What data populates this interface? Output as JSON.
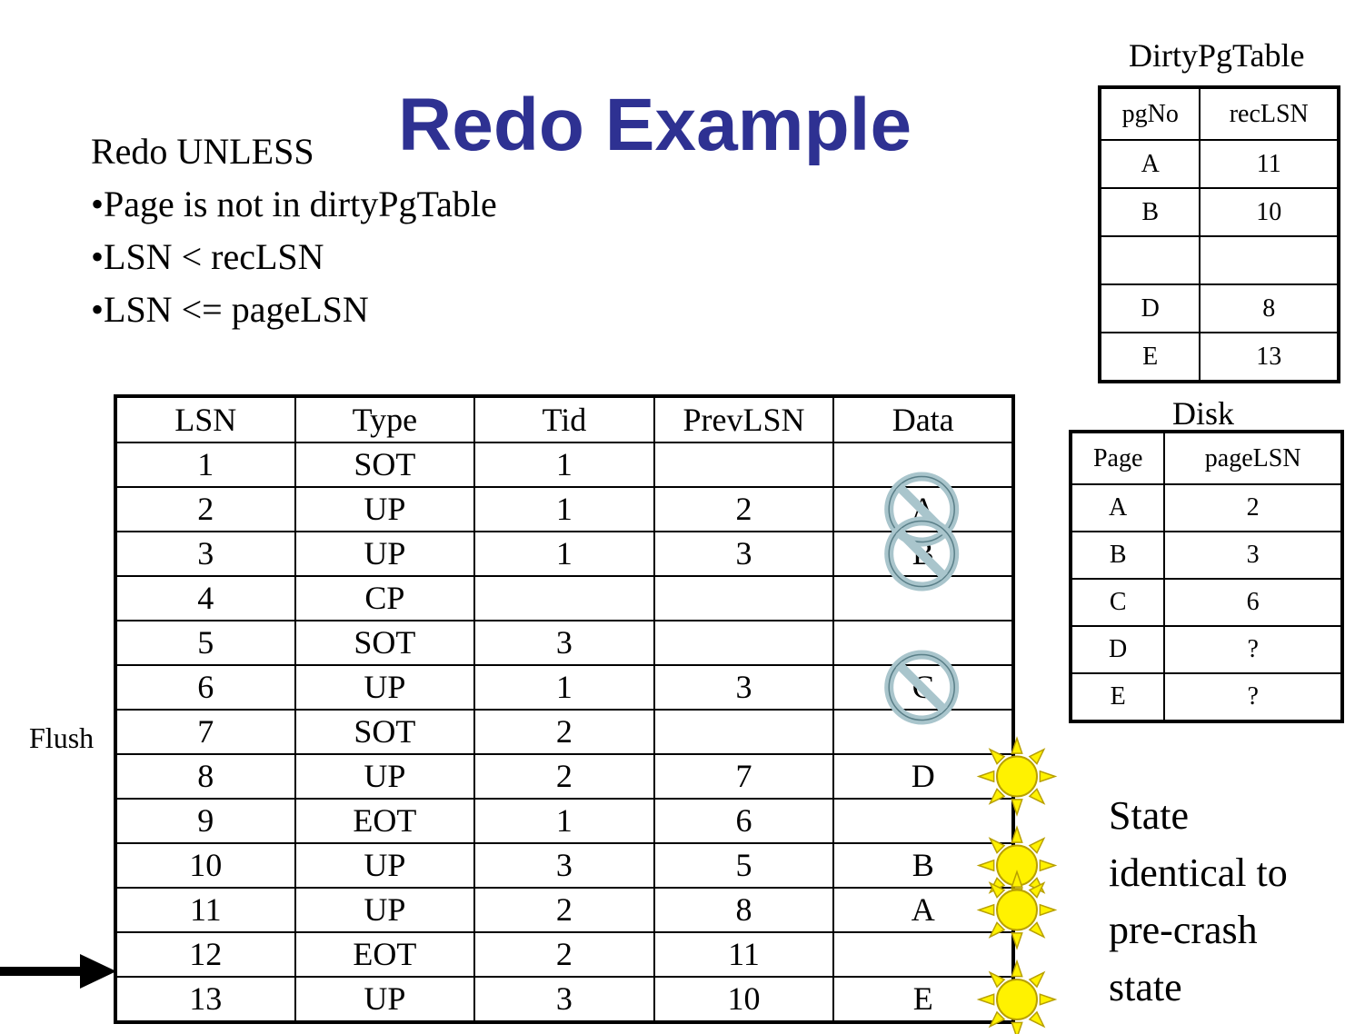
{
  "title": "Redo Example",
  "rules": {
    "heading": "Redo UNLESS",
    "items": [
      "•Page is not in dirtyPgTable",
      "•LSN < recLSN",
      "•LSN <= pageLSN"
    ]
  },
  "log_table": {
    "headers": [
      "LSN",
      "Type",
      "Tid",
      "PrevLSN",
      "Data"
    ],
    "rows": [
      [
        "1",
        "SOT",
        "1",
        "",
        ""
      ],
      [
        "2",
        "UP",
        "1",
        "2",
        "A"
      ],
      [
        "3",
        "UP",
        "1",
        "3",
        "B"
      ],
      [
        "4",
        "CP",
        "",
        "",
        ""
      ],
      [
        "5",
        "SOT",
        "3",
        "",
        ""
      ],
      [
        "6",
        "UP",
        "1",
        "3",
        "C"
      ],
      [
        "7",
        "SOT",
        "2",
        "",
        ""
      ],
      [
        "8",
        "UP",
        "2",
        "7",
        "D"
      ],
      [
        "9",
        "EOT",
        "1",
        "6",
        ""
      ],
      [
        "10",
        "UP",
        "3",
        "5",
        "B"
      ],
      [
        "11",
        "UP",
        "2",
        "8",
        "A"
      ],
      [
        "12",
        "EOT",
        "2",
        "11",
        ""
      ],
      [
        "13",
        "UP",
        "3",
        "10",
        "E"
      ]
    ],
    "skipped_rows": [
      2,
      3,
      6
    ],
    "redone_rows": [
      8,
      10,
      11,
      13
    ],
    "current_row": 13
  },
  "dirty_page_table": {
    "caption": "DirtyPgTable",
    "headers": [
      "pgNo",
      "recLSN"
    ],
    "rows": [
      [
        "A",
        "11"
      ],
      [
        "B",
        "10"
      ],
      [
        "",
        ""
      ],
      [
        "D",
        "8"
      ],
      [
        "E",
        "13"
      ]
    ]
  },
  "disk_table": {
    "caption": "Disk",
    "headers": [
      "Page",
      "pageLSN"
    ],
    "rows": [
      [
        "A",
        "2"
      ],
      [
        "B",
        "3"
      ],
      [
        "C",
        "6"
      ],
      [
        "D",
        "?"
      ],
      [
        "E",
        "?"
      ]
    ]
  },
  "flush_label": "Flush",
  "state_note": [
    "State",
    "identical to",
    "pre-crash",
    "state"
  ],
  "colors": {
    "title": "#2e3192",
    "skip_icon": "#a9c5cc",
    "sun_fill": "#fff200",
    "sun_stroke": "#b8a000"
  }
}
